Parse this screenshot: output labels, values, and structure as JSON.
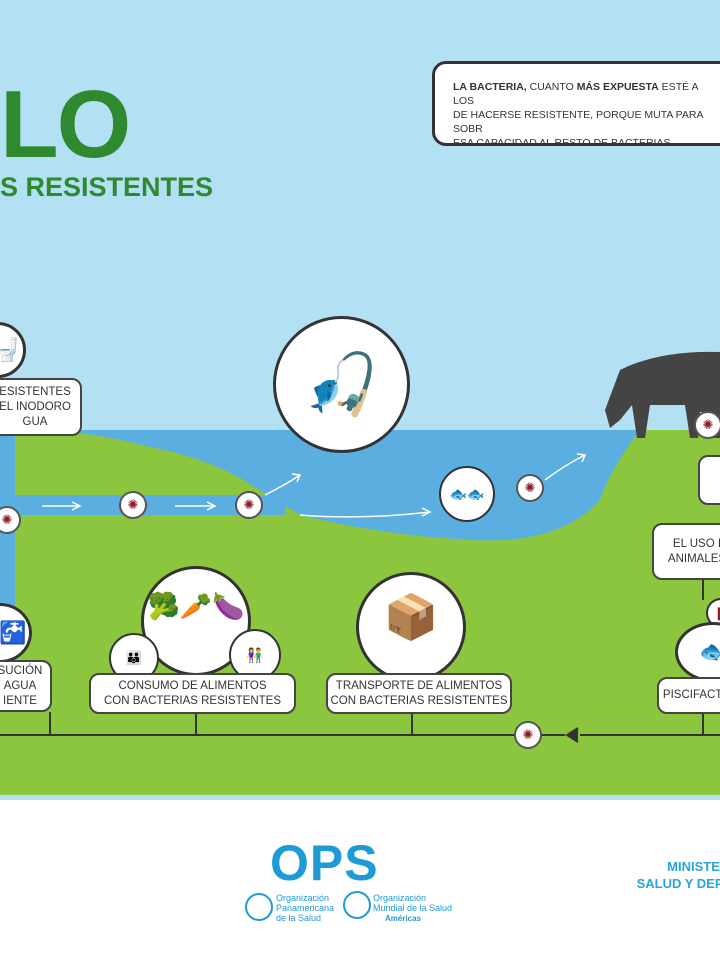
{
  "header": {
    "title_fragment": "LO",
    "subtitle_fragment": "S RESISTENTES"
  },
  "info_box": {
    "bold1": "LA BACTERIA,",
    "text1": " CUANTO ",
    "bold2": "MÁS EXPUESTA",
    "text2": " ESTÉ A LOS\nDE HACERSE RESISTENTE, PORQUE MUTA PARA SOBR\nESA CAPACIDAD AL RESTO DE BACTERIAS"
  },
  "steps": {
    "toilet": "ESISTENTES\nEL INODORO\nGUA",
    "water": "SUCIÓN\nAGUA\nIENTE",
    "consumption": "CONSUMO DE ALIMENTOS\nCON BACTERIAS RESISTENTES",
    "transport": "TRANSPORTE DE ALIMENTOS\nCON BACTERIAS RESISTENTES",
    "animal_use": "EL USO I\nANIMALES",
    "fish_farming": "PISCIFACTO"
  },
  "footer": {
    "ops_logo": "OPS",
    "paho": "Organización\nPanamericana\nde la Salud",
    "who": "Organización\nMundial de la Salud",
    "who_region": "Américas",
    "ministry": "MINISTERIO\nSALUD Y DEPOR"
  },
  "colors": {
    "sky": "#b3e0f2",
    "water": "#5aaee0",
    "land": "#8cc63f",
    "green_title": "#2f8a2f",
    "brand_blue": "#1e9ad6"
  }
}
